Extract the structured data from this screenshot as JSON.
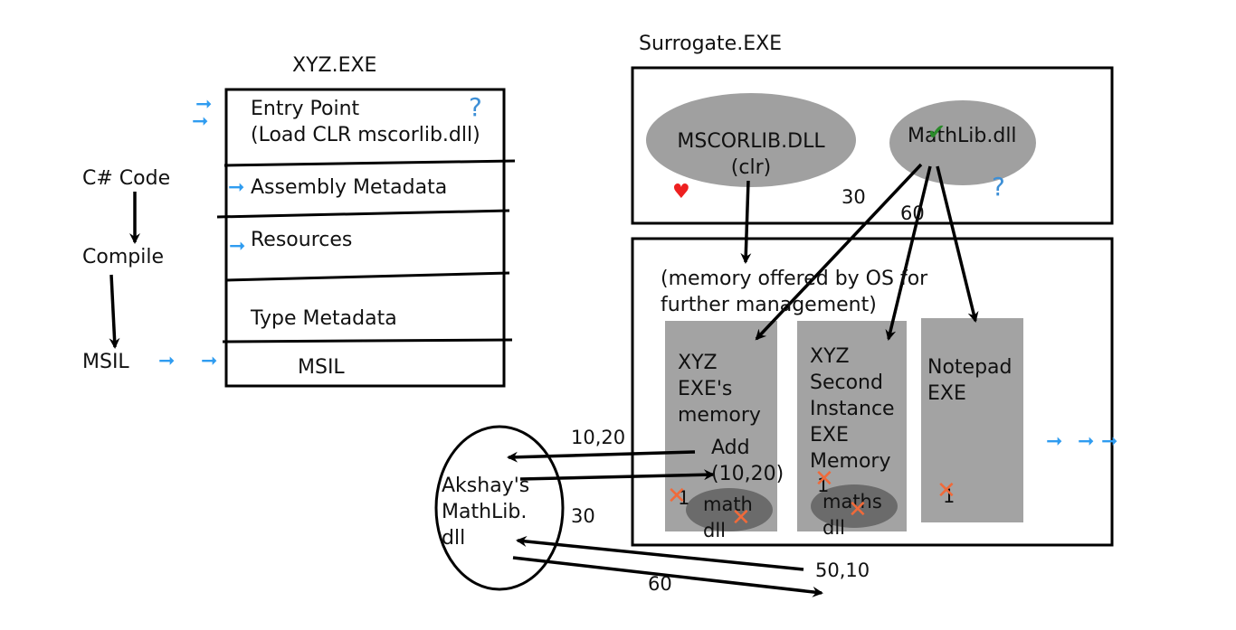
{
  "xyz_exe": {
    "title": "XYZ.EXE",
    "entry_point": "Entry Point\n(Load CLR mscorlib.dll)",
    "assembly_metadata": "Assembly Metadata",
    "resources": "Resources",
    "type_metadata": "Type Metadata",
    "msil": "MSIL"
  },
  "flow": {
    "csharp_code": "C# Code",
    "compile": "Compile",
    "msil": "MSIL"
  },
  "surrogate": {
    "title": "Surrogate.EXE",
    "mscorlib": "MSCORLIB.DLL\n(clr)",
    "mathlib": "MathLib.dll"
  },
  "memory": {
    "caption": "(memory offered by OS for\nfurther management)",
    "xyz_first": "XYZ\nEXE's\nmemory",
    "xyz_second": "XYZ\nSecond\nInstance\nEXE\nMemory",
    "notepad": "Notepad\nEXE",
    "math_dll": "math\ndll",
    "maths_dll": "maths\ndll",
    "add_call": "Add\n(10,20)"
  },
  "akshay": {
    "label": "Akshay's\nMathLib.\ndll"
  },
  "numbers": {
    "n30_top": "30",
    "n60_top": "60",
    "n10_20": "10,20",
    "n30_mid": "30",
    "n50_10": "50,10",
    "n60_bottom": "60",
    "one_a": "1",
    "one_b": "1",
    "one_c": "1"
  },
  "icons": {
    "question": "?",
    "arrow": "➞",
    "cross": "✕",
    "heart": "♥",
    "check": "✔"
  },
  "colors": {
    "box_fill": "#a3a3a3",
    "ellipse_fill": "#a0a0a0",
    "dll_fill": "#6b6b6b",
    "accent_blue": "#2f9cf0",
    "cross": "#f06a3a"
  }
}
